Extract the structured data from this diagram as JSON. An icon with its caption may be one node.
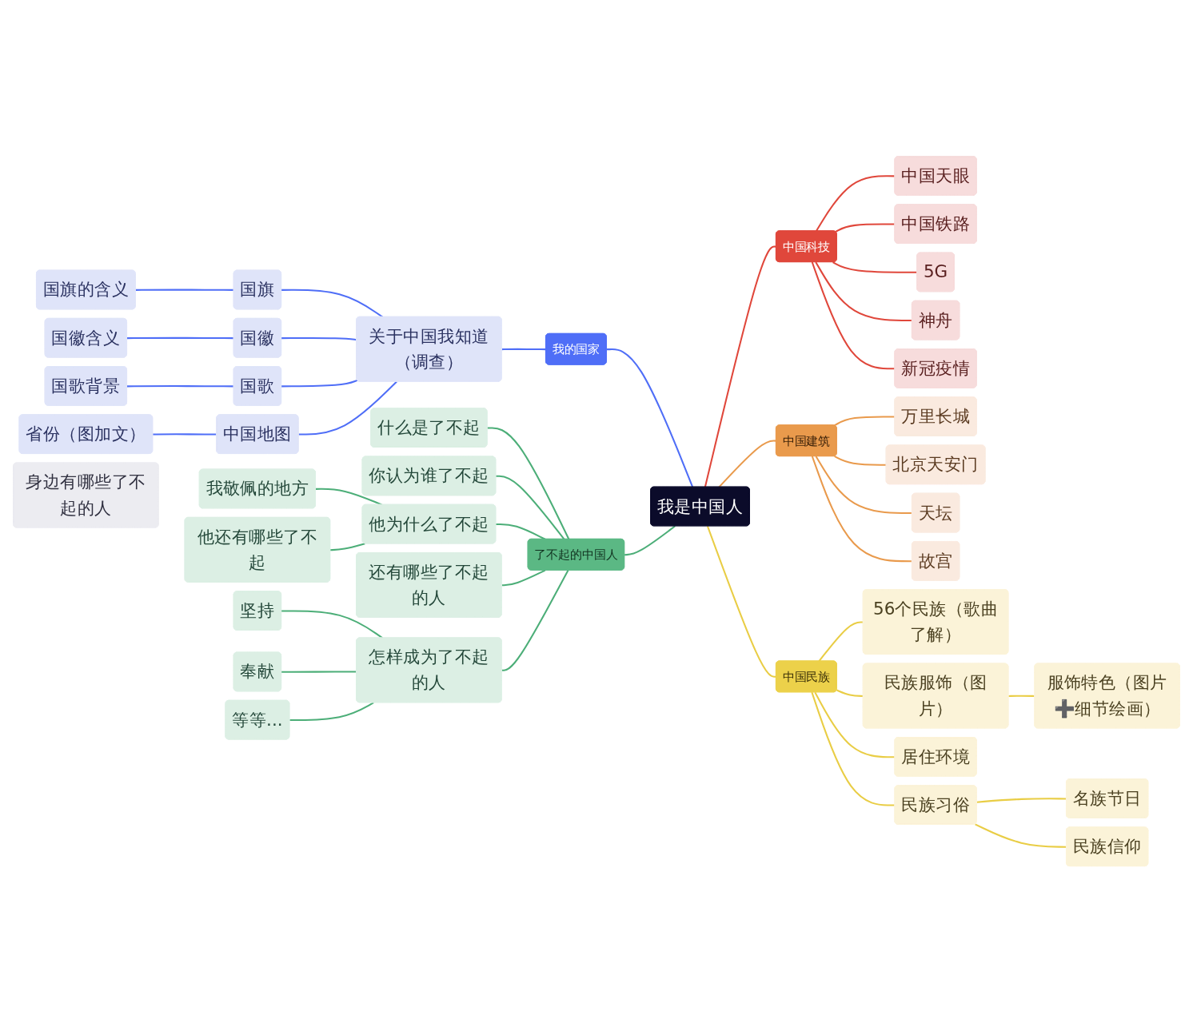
{
  "diagram": {
    "nodes": [
      {
        "text": [
          "我是中国人"
        ]
      },
      {
        "text": [
          "我的国家"
        ]
      },
      {
        "text": [
          "关于中国我知道（调查）"
        ]
      },
      {
        "text": [
          "国旗"
        ]
      },
      {
        "text": [
          "国旗的含义"
        ]
      },
      {
        "text": [
          "国徽"
        ]
      },
      {
        "text": [
          "国徽含义"
        ]
      },
      {
        "text": [
          "国歌"
        ]
      },
      {
        "text": [
          "国歌背景"
        ]
      },
      {
        "text": [
          "中国地图"
        ]
      },
      {
        "text": [
          "省份（图加文）"
        ]
      },
      {
        "text": [
          "了不起的中国人"
        ]
      },
      {
        "text": [
          "什么是了不起"
        ]
      },
      {
        "text": [
          "你认为谁了不起"
        ]
      },
      {
        "text": [
          "他为什么了不起"
        ]
      },
      {
        "text": [
          "我敬佩的地方"
        ]
      },
      {
        "text": [
          "他还有哪些了不起"
        ]
      },
      {
        "text": [
          "还有哪些了不起的人"
        ]
      },
      {
        "text": [
          "怎样成为了不起的人"
        ]
      },
      {
        "text": [
          "坚持"
        ]
      },
      {
        "text": [
          "奉献"
        ]
      },
      {
        "text": [
          "等等..."
        ]
      },
      {
        "text": [
          "中国科技"
        ]
      },
      {
        "text": [
          "中国天眼"
        ]
      },
      {
        "text": [
          "中国铁路"
        ]
      },
      {
        "text": [
          "5G"
        ]
      },
      {
        "text": [
          "神舟"
        ]
      },
      {
        "text": [
          "新冠疫情"
        ]
      },
      {
        "text": [
          "中国建筑"
        ]
      },
      {
        "text": [
          "万里长城"
        ]
      },
      {
        "text": [
          "北京天安门"
        ]
      },
      {
        "text": [
          "天坛"
        ]
      },
      {
        "text": [
          "故宫"
        ]
      },
      {
        "text": [
          "中国民族"
        ]
      },
      {
        "text": [
          "56个民族（歌曲了解）"
        ]
      },
      {
        "text": [
          "民族服饰（图片）"
        ]
      },
      {
        "text": [
          "服饰特色（图片➕细节绘画）"
        ]
      },
      {
        "text": [
          "居住环境"
        ]
      },
      {
        "text": [
          "民族习俗"
        ]
      },
      {
        "text": [
          "名族节日"
        ]
      },
      {
        "text": [
          "民族信仰"
        ]
      },
      {
        "text": [
          "身边有哪些了不起的人"
        ]
      }
    ],
    "edges": [
      {
        "from": 1,
        "to": 0,
        "arrow": "none",
        "color": "#4f6ef7"
      },
      {
        "from": 2,
        "to": 1,
        "arrow": "none",
        "color": "#4f6ef7"
      },
      {
        "from": 3,
        "to": 2,
        "arrow": "none",
        "color": "#4f6ef7"
      },
      {
        "from": 4,
        "to": 3,
        "arrow": "none",
        "color": "#4f6ef7"
      },
      {
        "from": 5,
        "to": 2,
        "arrow": "none",
        "color": "#4f6ef7"
      },
      {
        "from": 6,
        "to": 5,
        "arrow": "none",
        "color": "#4f6ef7"
      },
      {
        "from": 7,
        "to": 2,
        "arrow": "none",
        "color": "#4f6ef7"
      },
      {
        "from": 8,
        "to": 7,
        "arrow": "none",
        "color": "#4f6ef7"
      },
      {
        "from": 9,
        "to": 2,
        "arrow": "none",
        "color": "#4f6ef7"
      },
      {
        "from": 10,
        "to": 9,
        "arrow": "none",
        "color": "#4f6ef7"
      },
      {
        "from": 11,
        "to": 0,
        "arrow": "none",
        "color": "#4cae78"
      },
      {
        "from": 12,
        "to": 11,
        "arrow": "none",
        "color": "#4cae78"
      },
      {
        "from": 13,
        "to": 11,
        "arrow": "none",
        "color": "#4cae78"
      },
      {
        "from": 14,
        "to": 11,
        "arrow": "none",
        "color": "#4cae78"
      },
      {
        "from": 15,
        "to": 14,
        "arrow": "none",
        "color": "#4cae78"
      },
      {
        "from": 16,
        "to": 14,
        "arrow": "none",
        "color": "#4cae78"
      },
      {
        "from": 17,
        "to": 11,
        "arrow": "none",
        "color": "#4cae78"
      },
      {
        "from": 18,
        "to": 11,
        "arrow": "none",
        "color": "#4cae78"
      },
      {
        "from": 19,
        "to": 18,
        "arrow": "none",
        "color": "#4cae78"
      },
      {
        "from": 20,
        "to": 18,
        "arrow": "none",
        "color": "#4cae78"
      },
      {
        "from": 21,
        "to": 18,
        "arrow": "none",
        "color": "#4cae78"
      },
      {
        "from": 0,
        "to": 22,
        "arrow": "none",
        "color": "#e0473b"
      },
      {
        "from": 22,
        "to": 23,
        "arrow": "none",
        "color": "#e0473b"
      },
      {
        "from": 22,
        "to": 24,
        "arrow": "none",
        "color": "#e0473b"
      },
      {
        "from": 22,
        "to": 25,
        "arrow": "none",
        "color": "#e0473b"
      },
      {
        "from": 22,
        "to": 26,
        "arrow": "none",
        "color": "#e0473b"
      },
      {
        "from": 22,
        "to": 27,
        "arrow": "none",
        "color": "#e0473b"
      },
      {
        "from": 0,
        "to": 28,
        "arrow": "none",
        "color": "#e99a4c"
      },
      {
        "from": 28,
        "to": 29,
        "arrow": "none",
        "color": "#e99a4c"
      },
      {
        "from": 28,
        "to": 30,
        "arrow": "none",
        "color": "#e99a4c"
      },
      {
        "from": 28,
        "to": 31,
        "arrow": "none",
        "color": "#e99a4c"
      },
      {
        "from": 28,
        "to": 32,
        "arrow": "none",
        "color": "#e99a4c"
      },
      {
        "from": 0,
        "to": 33,
        "arrow": "none",
        "color": "#e9cd45"
      },
      {
        "from": 33,
        "to": 34,
        "arrow": "none",
        "color": "#e9cd45"
      },
      {
        "from": 33,
        "to": 35,
        "arrow": "none",
        "color": "#e9cd45"
      },
      {
        "from": 35,
        "to": 36,
        "arrow": "none",
        "color": "#e9cd45"
      },
      {
        "from": 33,
        "to": 37,
        "arrow": "none",
        "color": "#e9cd45"
      },
      {
        "from": 33,
        "to": 38,
        "arrow": "none",
        "color": "#e9cd45"
      },
      {
        "from": 38,
        "to": 39,
        "arrow": "none",
        "color": "#e9cd45"
      },
      {
        "from": 38,
        "to": 40,
        "arrow": "none",
        "color": "#e9cd45"
      }
    ]
  }
}
